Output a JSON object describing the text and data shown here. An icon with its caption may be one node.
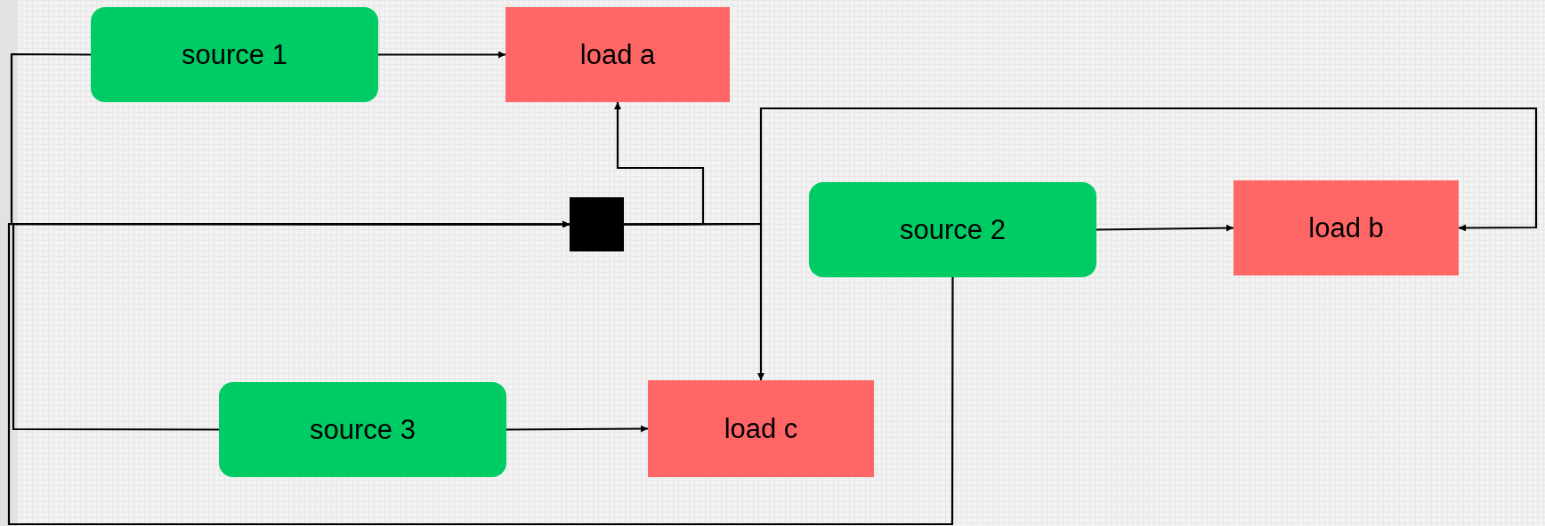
{
  "diagram": {
    "nodes": [
      {
        "text": [
          "source 1"
        ]
      },
      {
        "text": [
          "load a"
        ]
      },
      {
        "text": [],
        "shape": "box"
      },
      {
        "text": [
          "source 2"
        ]
      },
      {
        "text": [
          "load b"
        ]
      },
      {
        "text": [
          "source 3"
        ]
      },
      {
        "text": [
          "load c"
        ]
      }
    ],
    "edges": [
      {
        "from": 0,
        "to": 1,
        "arrow": "to"
      },
      {
        "from": 0,
        "to": 2,
        "arrow": "to"
      },
      {
        "from": 5,
        "to": 2,
        "arrow": "to"
      },
      {
        "from": 3,
        "to": 2,
        "arrow": "to"
      },
      {
        "from": 2,
        "to": 1,
        "arrow": "to"
      },
      {
        "from": 2,
        "to": 6,
        "arrow": "to"
      },
      {
        "from": 2,
        "to": 4,
        "arrow": "to"
      },
      {
        "from": 3,
        "to": 4,
        "arrow": "to"
      },
      {
        "from": 5,
        "to": 6,
        "arrow": "to"
      }
    ]
  }
}
